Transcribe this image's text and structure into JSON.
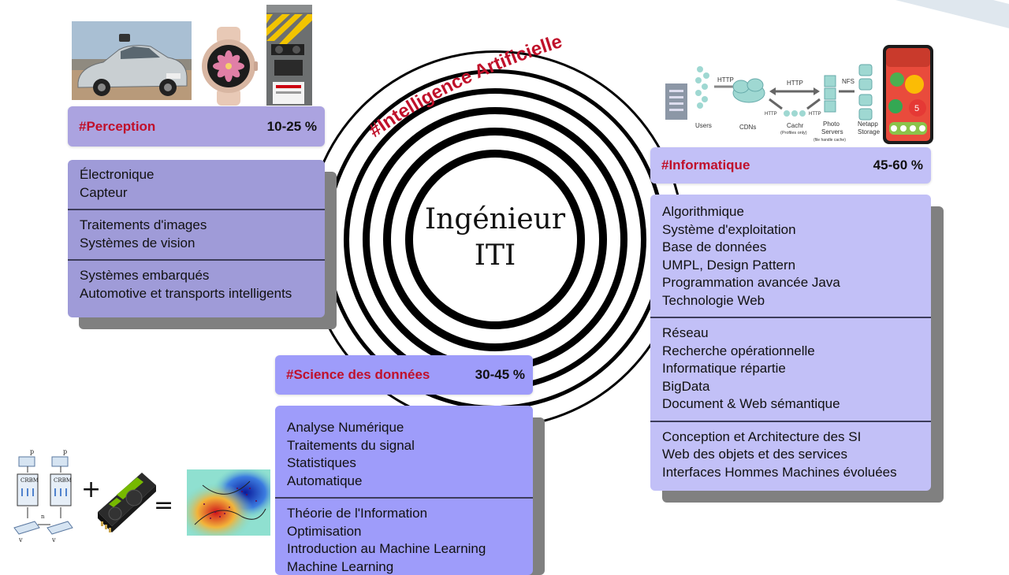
{
  "title_arc": "#Intelligence Artificielle",
  "center": {
    "line1": "Ingénieur",
    "line2": "ITI"
  },
  "perception": {
    "tag": "#Perception",
    "pct": "10-25 %",
    "groups": [
      [
        "Électronique",
        "Capteur"
      ],
      [
        "Traitements d'images",
        "Systèmes de vision"
      ],
      [
        "Systèmes embarqués",
        "Automotive et transports intelligents"
      ]
    ]
  },
  "informatique": {
    "tag": "#Informatique",
    "pct": "45-60 %",
    "groups": [
      [
        "Algorithmique",
        "Système d'exploitation",
        "Base de données",
        "UMPL, Design Pattern",
        "Programmation avancée Java",
        "Technologie Web"
      ],
      [
        "Réseau",
        "Recherche opérationnelle",
        "Informatique répartie",
        "BigData",
        "Document & Web sémantique"
      ],
      [
        "Conception et Architecture des SI",
        "Web des objets et des services",
        "Interfaces Hommes Machines évoluées"
      ]
    ]
  },
  "science": {
    "tag": "#Science des données",
    "pct": "30-45 %",
    "groups": [
      [
        "Analyse Numérique",
        "Traitements du signal",
        "Statistiques",
        "Automatique"
      ],
      [
        "Théorie de l'Information",
        "Optimisation",
        "Introduction au Machine Learning",
        "Machine Learning"
      ]
    ]
  },
  "diagram": {
    "http1": "HTTP",
    "http2": "HTTP",
    "http3": "HTTP",
    "http4": "HTTP",
    "nfs": "NFS",
    "users": "Users",
    "cdns": "CDNs",
    "cachr": "Cachr",
    "cachr_sub": "(Profiles only)",
    "photo1": "Photo",
    "photo2": "Servers",
    "photo_sub": "(file handle cache)",
    "netapp1": "Netapp",
    "netapp2": "Storage"
  },
  "crbm": {
    "label": "CRBM",
    "plus": "+",
    "equals": "="
  },
  "phone_badge": "5"
}
